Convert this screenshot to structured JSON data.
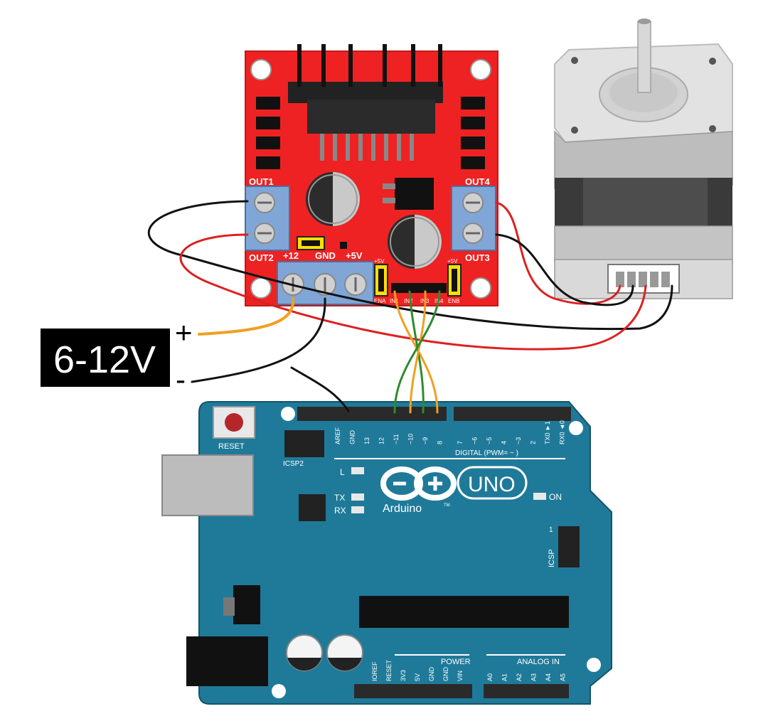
{
  "colors": {
    "l298n_board": "#ee2222",
    "arduino_board": "#1f7a99",
    "wire_red": "#dd2020",
    "wire_black": "#111111",
    "wire_orange": "#f0a020",
    "wire_green": "#2e8b2e",
    "terminal_blue": "#7fa6d6",
    "jumper_yellow": "#ffe000"
  },
  "power_supply": {
    "label": "6-12V",
    "plus": "+",
    "minus": "-"
  },
  "l298n": {
    "out1": "OUT1",
    "out2": "OUT2",
    "out3": "OUT3",
    "out4": "OUT4",
    "v12": "+12",
    "gnd": "GND",
    "v5": "+5V",
    "jumper_5v_left": "+5V",
    "jumper_5v_right": "+5V",
    "ena": "ENA",
    "in1": "IN1",
    "in2": "IN2",
    "in3": "IN3",
    "in4": "IN4",
    "enb": "ENB"
  },
  "arduino": {
    "reset": "RESET",
    "icsp2": "ICSP2",
    "icsp": "ICSP",
    "icsp_pin1": "1",
    "l": "L",
    "tx": "TX",
    "rx": "RX",
    "on": "ON",
    "brand": "Arduino",
    "tm": "TM",
    "model": "UNO",
    "digital": "DIGITAL (PWM= ~ )",
    "power": "POWER",
    "analog_in": "ANALOG IN",
    "top_pins": [
      "AREF",
      "GND",
      "13",
      "12",
      "~11",
      "~10",
      "~9",
      "8",
      "7",
      "~6",
      "~5",
      "4",
      "~3",
      "2",
      "TX0 ►1",
      "RX0 ◄0"
    ],
    "power_pins": [
      "IOREF",
      "RESET",
      "3V3",
      "5V",
      "GND",
      "GND",
      "VIN"
    ],
    "analog_pins": [
      "A0",
      "A1",
      "A2",
      "A3",
      "A4",
      "A5"
    ]
  }
}
